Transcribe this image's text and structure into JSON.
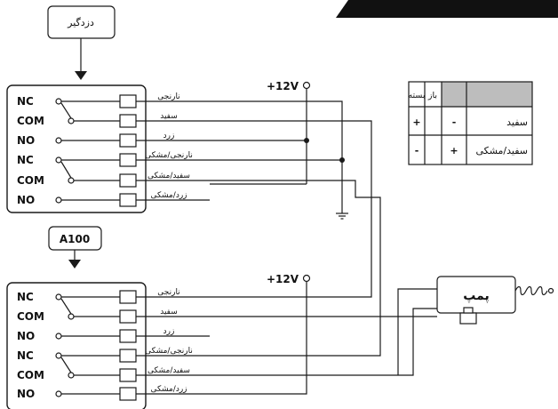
{
  "header_banner": {
    "text": ""
  },
  "top_device": {
    "label": "دزدگیر"
  },
  "bottom_device": {
    "label": "A100"
  },
  "relay_terminals": [
    "NC",
    "COM",
    "NO",
    "NC",
    "COM",
    "NO"
  ],
  "wire_labels": [
    "نارنجی",
    "سفید",
    "زرد",
    "نارنجی/مشکی",
    "سفید/مشکی",
    "زرد/مشکی"
  ],
  "supply_top": "+12V",
  "supply_bottom": "+12V",
  "pump": {
    "label": "پمپ"
  },
  "truth_table": {
    "headers": [
      "بسته",
      "باز",
      ""
    ],
    "rows": [
      {
        "closed": "+",
        "open": "-",
        "wire": "سفید"
      },
      {
        "closed": "-",
        "open": "+",
        "wire": "سفید/مشکی"
      }
    ]
  }
}
